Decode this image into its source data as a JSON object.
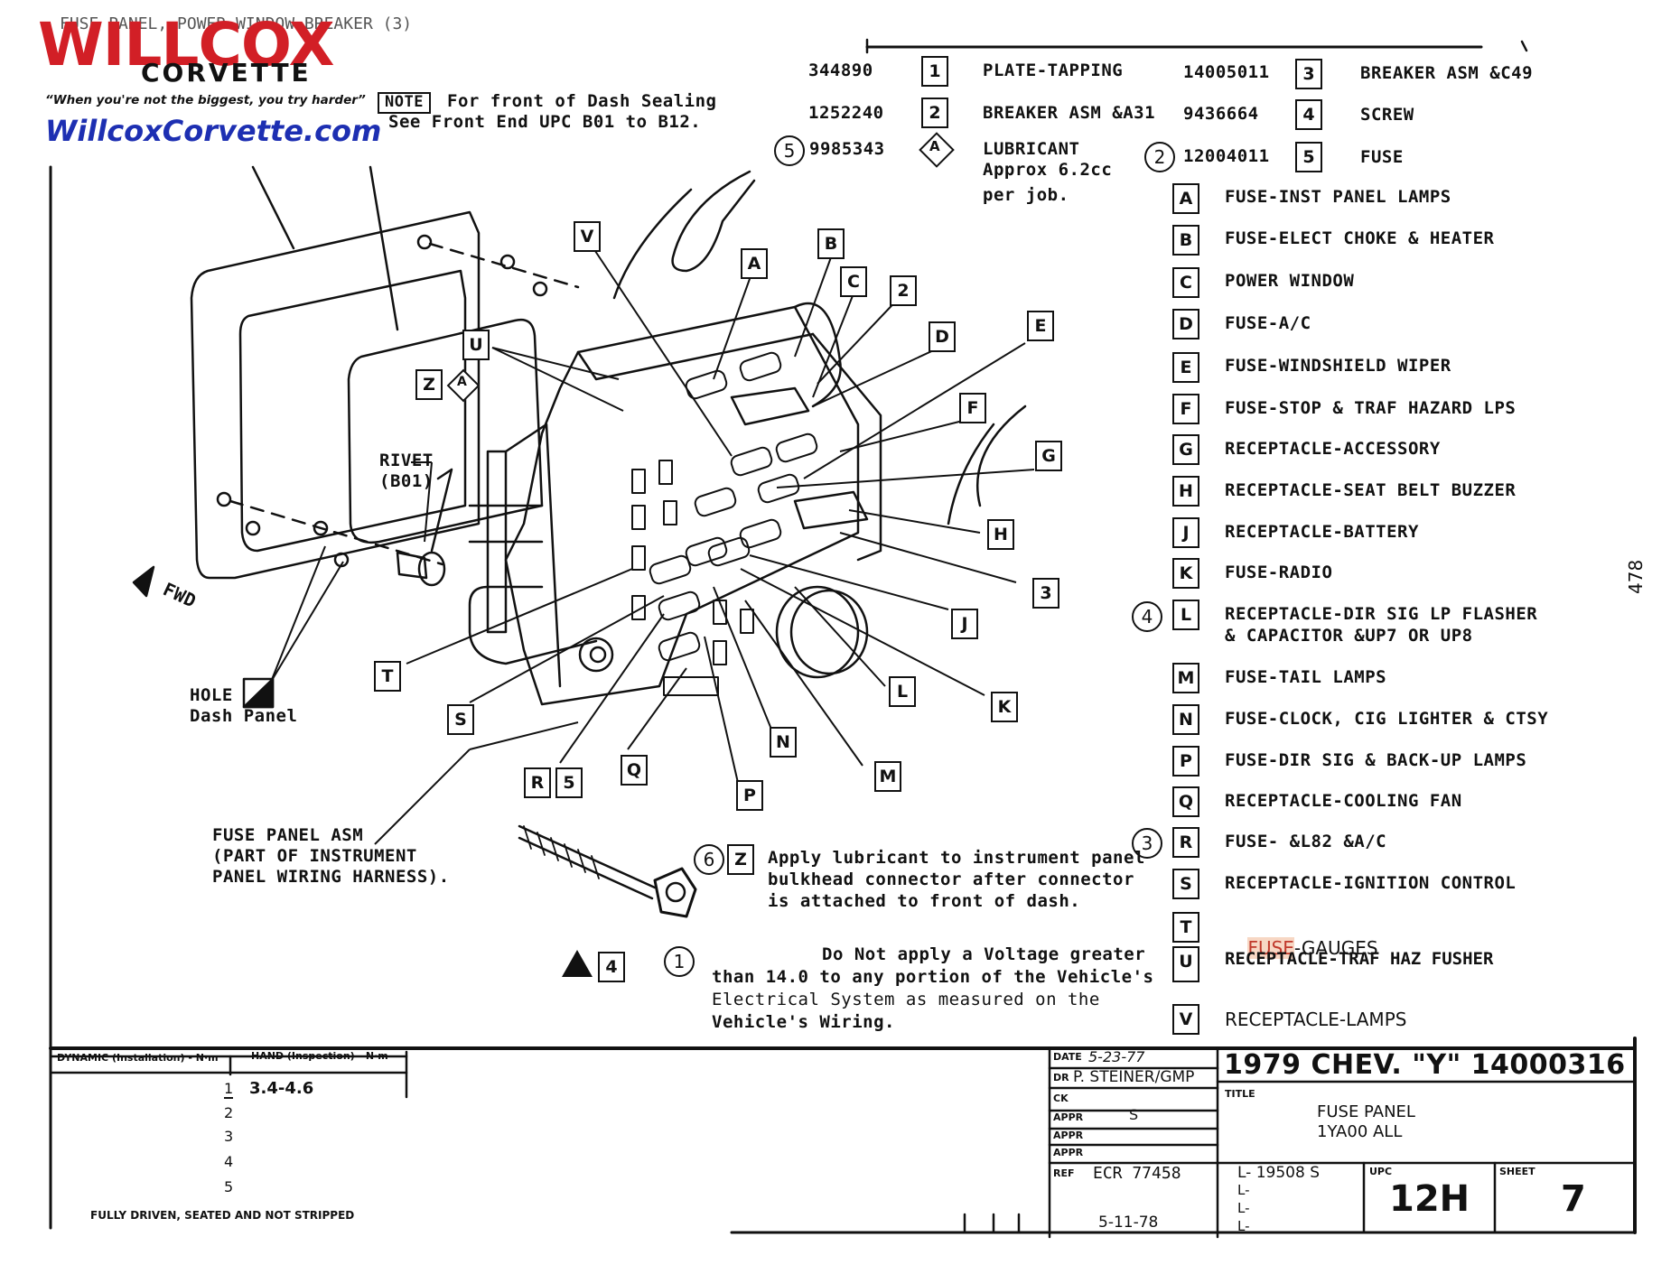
{
  "header": {
    "top_caption": "FUSE PANEL, POWER WINDOW BREAKER (3)",
    "logo_main": "WILLCOX",
    "logo_sub": "CORVETTE",
    "tagline": "“When you're not the biggest, you try harder”",
    "website": "WillcoxCorvette.com"
  },
  "note": {
    "tag": "NOTE",
    "line1": "For front of Dash Sealing",
    "line2": "See Front End UPC B01 to B12."
  },
  "parts": [
    {
      "part_no": "344890",
      "ref": "1",
      "desc": "PLATE-TAPPING"
    },
    {
      "part_no": "1252240",
      "ref": "2",
      "desc": "BREAKER ASM &A31"
    },
    {
      "part_no": "9985343",
      "ref": "A",
      "desc": "LUBRICANT",
      "note_ref": "5"
    },
    {
      "part_no": "14005011",
      "ref": "3",
      "desc": "BREAKER ASM &C49"
    },
    {
      "part_no": "9436664",
      "ref": "4",
      "desc": "SCREW"
    },
    {
      "part_no": "12004011",
      "ref": "5",
      "desc": "FUSE",
      "note_ref": "2"
    }
  ],
  "lubricant_note": [
    "Approx 6.2cc",
    "per job."
  ],
  "legend": [
    {
      "key": "A",
      "text": "FUSE-INST PANEL LAMPS"
    },
    {
      "key": "B",
      "text": "FUSE-ELECT CHOKE & HEATER"
    },
    {
      "key": "C",
      "text": "POWER WINDOW"
    },
    {
      "key": "D",
      "text": "FUSE-A/C"
    },
    {
      "key": "E",
      "text": "FUSE-WINDSHIELD WIPER"
    },
    {
      "key": "F",
      "text": "FUSE-STOP & TRAF HAZARD LPS"
    },
    {
      "key": "G",
      "text": "RECEPTACLE-ACCESSORY"
    },
    {
      "key": "H",
      "text": "RECEPTACLE-SEAT BELT BUZZER"
    },
    {
      "key": "J",
      "text": "RECEPTACLE-BATTERY"
    },
    {
      "key": "K",
      "text": "FUSE-RADIO"
    },
    {
      "key": "L",
      "text": "RECEPTACLE-DIR SIG LP FLASHER",
      "text2": "& CAPACITOR &UP7 OR UP8",
      "note_ref": "4"
    },
    {
      "key": "M",
      "text": "FUSE-TAIL LAMPS"
    },
    {
      "key": "N",
      "text": "FUSE-CLOCK, CIG LIGHTER & CTSY"
    },
    {
      "key": "P",
      "text": "FUSE-DIR SIG & BACK-UP LAMPS"
    },
    {
      "key": "Q",
      "text": "RECEPTACLE-COOLING FAN"
    },
    {
      "key": "R",
      "text": "FUSE- &L82 &A/C",
      "note_ref": "3"
    },
    {
      "key": "S",
      "text": "RECEPTACLE-IGNITION CONTROL"
    },
    {
      "key": "T",
      "text_highlight": "FUSE",
      "text": "-GAUGES"
    },
    {
      "key": "U",
      "text": "RECEPTACLE-TRAF HAZ FUSHER"
    },
    {
      "key": "V",
      "text": "RECEPTACLE-LAMPS"
    }
  ],
  "side_number": "478",
  "callouts": {
    "rivet": [
      "RIVET",
      "(B01)"
    ],
    "fwd": "FWD",
    "hole": [
      "HOLE",
      "Dash Panel"
    ],
    "fuse_panel": [
      "FUSE PANEL ASM",
      "(PART OF INSTRUMENT",
      "PANEL WIRING HARNESS)."
    ]
  },
  "apply_note": {
    "refs": [
      "6",
      "Z"
    ],
    "lines": [
      "Apply lubricant to instrument panel",
      "bulkhead connector after connector",
      "is attached to front of dash."
    ]
  },
  "voltage_note": {
    "ref": "1",
    "lines": [
      "Do Not apply a Voltage greater",
      "than 14.0 to any portion of the Vehicle's",
      "Electrical System as measured on the",
      "Vehicle's Wiring."
    ]
  },
  "torque": {
    "dynamic_label": "DYNAMIC (Installation) - N·m",
    "hand_label": "HAND (Inspection) - N·m",
    "rows": [
      {
        "ref": "1",
        "value": "3.4-4.6"
      },
      {
        "ref": "2",
        "value": ""
      },
      {
        "ref": "3",
        "value": ""
      },
      {
        "ref": "4",
        "value": ""
      },
      {
        "ref": "5",
        "value": ""
      }
    ],
    "footnote": "FULLY DRIVEN, SEATED AND NOT STRIPPED"
  },
  "title_block": {
    "date_label": "DATE",
    "date": "5-23-77",
    "dr_label": "DR",
    "drawn_by": "P. STEINER/GMP",
    "ck_label": "CK",
    "appr_labels": [
      "APPR",
      "APPR",
      "APPR"
    ],
    "appr_value": "S",
    "ref_label": "REF",
    "ecr": "ECR 77458",
    "ref_date": "5-11-78",
    "heading": "1979 CHEV. \"Y\" 14000316",
    "title_label": "TITLE",
    "title_line1": "FUSE PANEL",
    "title_line2": "1YA00 ALL",
    "rev_lines": [
      "L- 19508 S",
      "L-",
      "L-",
      "L-"
    ],
    "upc_label": "UPC",
    "upc": "12H",
    "sheet_label": "SHEET",
    "sheet": "7"
  }
}
